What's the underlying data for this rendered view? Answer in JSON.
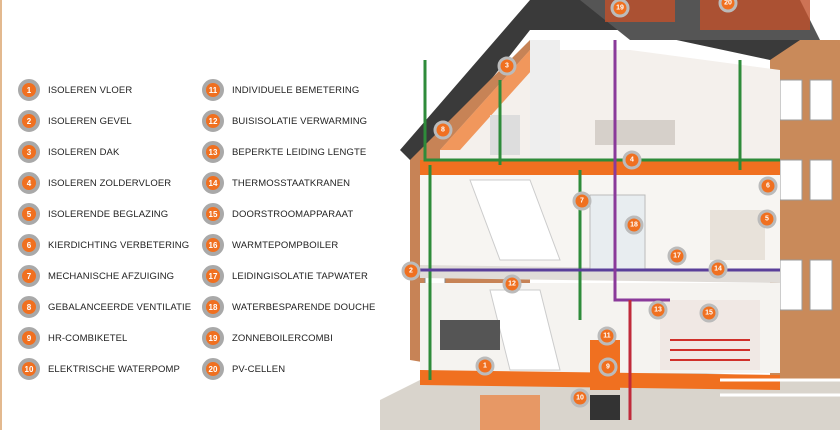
{
  "legend": [
    {
      "num": "1",
      "label": "ISOLEREN VLOER"
    },
    {
      "num": "2",
      "label": "ISOLEREN GEVEL"
    },
    {
      "num": "3",
      "label": "ISOLEREN DAK"
    },
    {
      "num": "4",
      "label": "ISOLEREN ZOLDERVLOER"
    },
    {
      "num": "5",
      "label": "ISOLERENDE BEGLAZING"
    },
    {
      "num": "6",
      "label": "KIERDICHTING VERBETERING"
    },
    {
      "num": "7",
      "label": "MECHANISCHE AFZUIGING"
    },
    {
      "num": "8",
      "label": "GEBALANCEERDE VENTILATIE"
    },
    {
      "num": "9",
      "label": "HR-COMBIKETEL"
    },
    {
      "num": "10",
      "label": "ELEKTRISCHE WATERPOMP"
    },
    {
      "num": "11",
      "label": "INDIVIDUELE BEMETERING"
    },
    {
      "num": "12",
      "label": "BUISISOLATIE VERWARMING"
    },
    {
      "num": "13",
      "label": "BEPERKTE LEIDING LENGTE"
    },
    {
      "num": "14",
      "label": "THERMOSSTAATKRANEN"
    },
    {
      "num": "15",
      "label": "DOORSTROOMAPPARAAT"
    },
    {
      "num": "16",
      "label": "WARMTEPOMPBOILER"
    },
    {
      "num": "17",
      "label": "LEIDINGISOLATIE TAPWATER"
    },
    {
      "num": "18",
      "label": "WATERBESPARENDE DOUCHE"
    },
    {
      "num": "19",
      "label": "ZONNEBOILERCOMBI"
    },
    {
      "num": "20",
      "label": "PV-CELLEN"
    }
  ],
  "house_markers": [
    "19",
    "20",
    "3",
    "8",
    "4",
    "6",
    "7",
    "5",
    "18",
    "17",
    "14",
    "2",
    "12",
    "13",
    "15",
    "11",
    "9",
    "1",
    "10"
  ],
  "colors": {
    "accent": "#f07020",
    "ring": "#a9a9a9"
  }
}
